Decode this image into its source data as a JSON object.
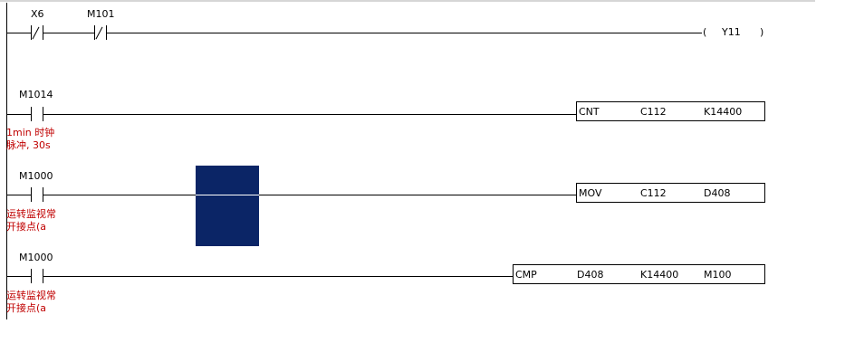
{
  "rungs": [
    {
      "contacts": [
        {
          "label": "X6",
          "type": "nc"
        },
        {
          "label": "M101",
          "type": "nc"
        }
      ],
      "coil": {
        "open": "(",
        "label": "Y11",
        "close": ")"
      }
    },
    {
      "contacts": [
        {
          "label": "M1014",
          "type": "no",
          "comment_line1": "1min 时钟",
          "comment_line2": "脉冲, 30s"
        }
      ],
      "instruction": {
        "op": "CNT",
        "arg1": "C112",
        "arg2": "K14400"
      }
    },
    {
      "contacts": [
        {
          "label": "M1000",
          "type": "no",
          "comment_line1": "运转监视常",
          "comment_line2": "开接点(a"
        }
      ],
      "instruction": {
        "op": "MOV",
        "arg1": "C112",
        "arg2": "D408"
      }
    },
    {
      "contacts": [
        {
          "label": "M1000",
          "type": "no",
          "comment_line1": "运转监视常",
          "comment_line2": "开接点(a"
        }
      ],
      "instruction": {
        "op": "CMP",
        "arg1": "D408",
        "arg2": "K14400",
        "arg3": "M100"
      }
    }
  ]
}
